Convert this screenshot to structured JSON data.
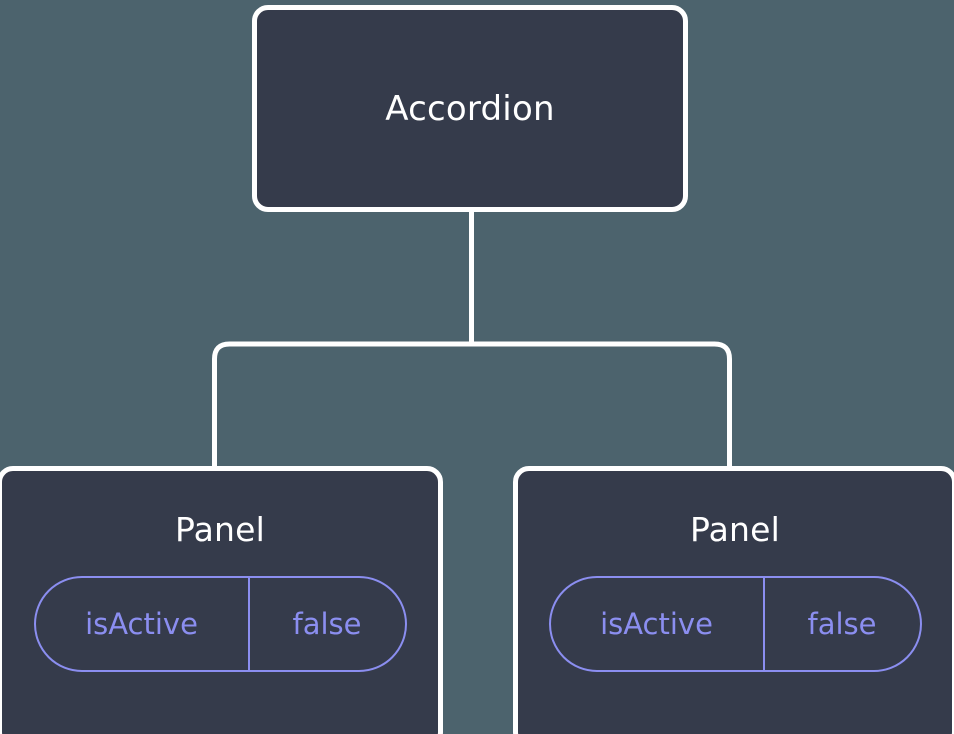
{
  "diagram": {
    "type": "component-tree",
    "background_color": "#4c636d",
    "node_fill_color": "#353b4b",
    "node_border_color": "#ffffff",
    "connector_color": "#ffffff",
    "accent_color": "#8b8ef0",
    "root": {
      "label": "Accordion"
    },
    "children": [
      {
        "label": "Panel",
        "state": {
          "key": "isActive",
          "value": "false"
        }
      },
      {
        "label": "Panel",
        "state": {
          "key": "isActive",
          "value": "false"
        }
      }
    ]
  }
}
